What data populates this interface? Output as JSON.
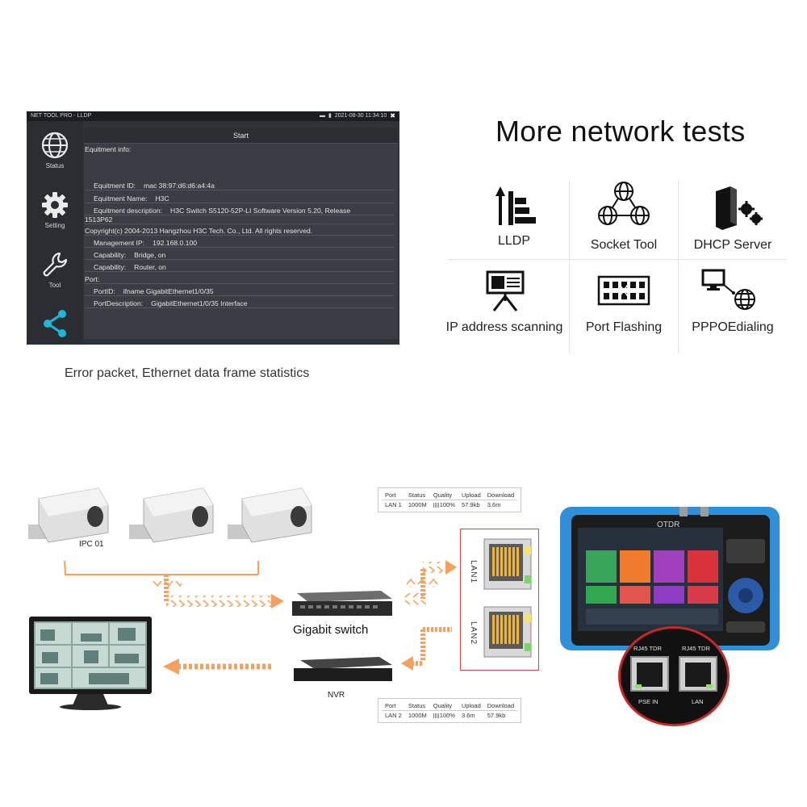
{
  "device_screen": {
    "status_title": "NET TOOL PRO - LLDP",
    "status_time": "2021-08-30 11:34:10",
    "close_glyph": "✖",
    "sidebar": [
      {
        "label": "Status",
        "icon": "globe-icon"
      },
      {
        "label": "Setting",
        "icon": "gear-icon"
      },
      {
        "label": "Tool",
        "icon": "wrench-icon"
      },
      {
        "label": "",
        "icon": "share-icon"
      }
    ],
    "start_label": "Start",
    "equipment_header": "Equitment info:",
    "lines": [
      {
        "key": "Equitment ID:",
        "value": "mac 38:97:d6:d6:a4:4a",
        "indent": true
      },
      {
        "key": "Equitment Name:",
        "value": "H3C",
        "indent": true
      },
      {
        "key": "Equitment description:",
        "value": "H3C Switch S5120-52P-LI Software Version 5.20, Release",
        "indent": true
      },
      {
        "key": "1513P62",
        "value": "",
        "indent": false
      },
      {
        "key": "Copyright(c) 2004-2013 Hangzhou H3C Tech. Co., Ltd. All rights reserved.",
        "value": "",
        "indent": false
      },
      {
        "key": "Management IP:",
        "value": "192.168.0.100",
        "indent": true
      },
      {
        "key": "Capability:",
        "value": "Bridge, on",
        "indent": true
      },
      {
        "key": "Capability:",
        "value": "Router, on",
        "indent": true
      },
      {
        "key": "Port:",
        "value": "",
        "indent": false
      },
      {
        "key": "PortID:",
        "value": "ifname GigabitEthernet1/0/35",
        "indent": true
      },
      {
        "key": "PortDescription:",
        "value": "GigabitEthernet1/0/35 Interface",
        "indent": true
      }
    ]
  },
  "caption_left": "Error packet, Ethernet data frame statistics",
  "network_tests": {
    "title": "More network tests",
    "items": [
      {
        "label": "LLDP",
        "icon": "lldp-bars-icon"
      },
      {
        "label": "Socket Tool",
        "icon": "socket-globes-icon"
      },
      {
        "label": "DHCP Server",
        "icon": "dhcp-server-icon"
      },
      {
        "label": "IP address scanning",
        "icon": "ip-scan-board-icon"
      },
      {
        "label": "Port  Flashing",
        "icon": "port-flash-icon"
      },
      {
        "label": "PPPOEdialing",
        "icon": "pppoe-monitor-globe-icon"
      }
    ]
  },
  "diagram": {
    "ipc_label": "IPC 01",
    "switch_label": "Gigabit switch",
    "nvr_label": "NVR",
    "lan1_label": "LAN1",
    "lan2_label": "LAN2",
    "table_headers": [
      "Port",
      "Status",
      "Quality",
      "Upload",
      "Download"
    ],
    "table1": {
      "port": "LAN 1",
      "status": "1000M",
      "quality": "100%",
      "upload": "57.9kb",
      "download": "3.6m"
    },
    "table2": {
      "port": "LAN 2",
      "status": "1000M",
      "quality": "100%",
      "upload": "3.6m",
      "download": "57.9kb"
    },
    "tester_brand": "OTDR",
    "port_labels": {
      "rj45_left": "RJ45 TDR",
      "rj45_right": "RJ45 TDR",
      "poe_in": "PSE IN",
      "lan": "LAN"
    },
    "accent_color": "#f4a060",
    "frame_color": "#d64545"
  }
}
